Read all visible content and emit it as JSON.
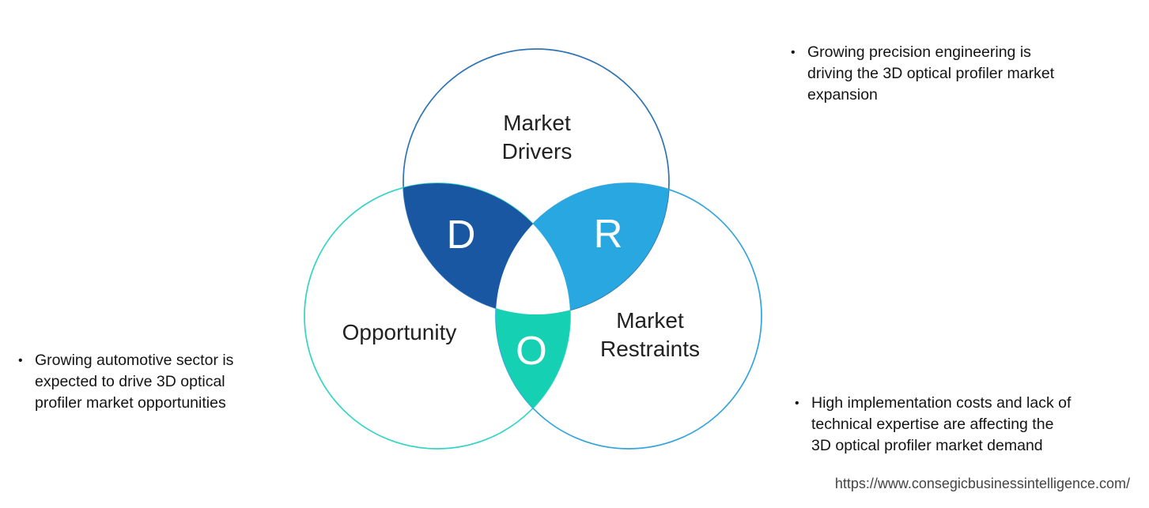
{
  "diagram": {
    "circle_labels": {
      "drivers": "Market\nDrivers",
      "opportunity": "Opportunity",
      "restraints": "Market\nRestraints"
    },
    "circle_stroke_colors": {
      "drivers": "#2e74b5",
      "opportunity": "#33d4c4",
      "restraints": "#33a4dc"
    },
    "intersection_letters": {
      "d": "D",
      "r": "R",
      "o": "O"
    },
    "intersection_fill_colors": {
      "d": "#1a57a2",
      "r": "#29a7e0",
      "o": "#16d0b4",
      "center": "#ffffff"
    }
  },
  "annotations": {
    "bullet_glyph": "•",
    "drivers_note": "Growing precision engineering is\ndriving the 3D optical profiler market\nexpansion",
    "opportunity_note": "Growing automotive sector is\nexpected to drive 3D optical\nprofiler market opportunities",
    "restraints_note": "High implementation costs and lack of\ntechnical expertise are affecting the\n3D optical profiler market demand"
  },
  "footer": {
    "source_url": "https://www.consegicbusinessintelligence.com/"
  }
}
